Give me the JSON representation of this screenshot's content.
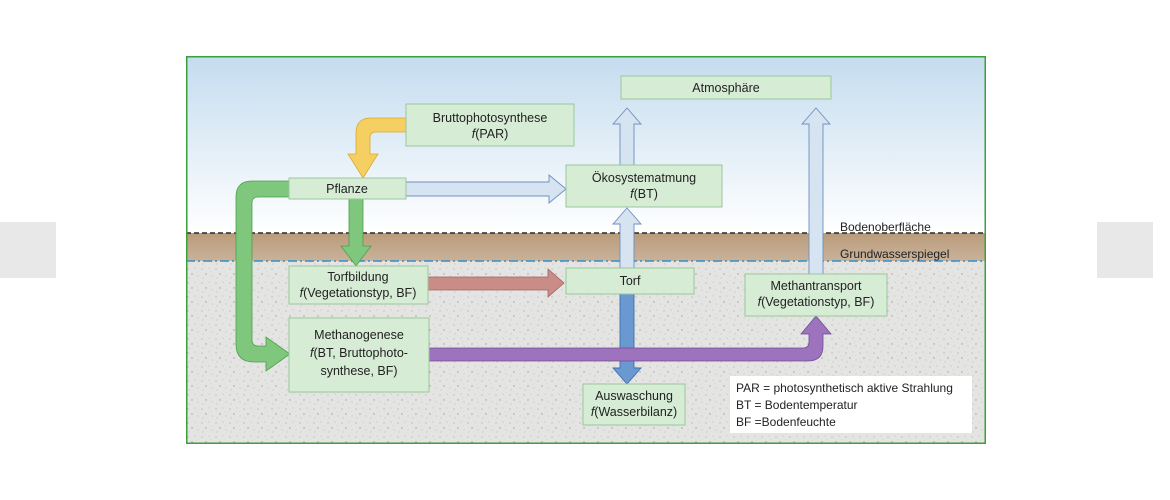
{
  "nodes": {
    "atmosphere": "Atmosphäre",
    "gpp": {
      "line1": "Bruttophotosynthese",
      "f": "f",
      "line2_rest": "(PAR)"
    },
    "plant": "Pflanze",
    "ecosystem_respiration": {
      "line1": "Ökosystematmung",
      "f": "f",
      "line2_rest": "(BT)"
    },
    "peat_formation": {
      "line1": "Torfbildung",
      "f": "f",
      "line2_rest": "(Vegetationstyp, BF)"
    },
    "peat": "Torf",
    "methane_transport": {
      "line1": "Methantransport",
      "f": "f",
      "line2_rest": "(Vegetationstyp, BF)"
    },
    "methanogenesis": {
      "line1": "Methanogenese",
      "f": "f",
      "line2_rest": "(BT, Bruttophoto-",
      "line3": "synthese, BF)"
    },
    "leaching": {
      "line1": "Auswaschung",
      "f": "f",
      "line2_rest": "(Wasserbilanz)"
    }
  },
  "layers": {
    "soil_surface": "Bodenoberfläche",
    "groundwater_table": "Grundwasserspiegel"
  },
  "legend": [
    "PAR = photosynthetisch aktive Strahlung",
    "BT = Bodentemperatur",
    "BF =Bodenfeuchte"
  ],
  "colors": {
    "sky_top": "#c4dcef",
    "soil_band": "#bea486",
    "ground": "#e3e3e1",
    "border": "#3aa13a",
    "box_fill": "#d6ecd5",
    "arrow_yellow": "#f6cf63",
    "arrow_green": "#7ec77c",
    "arrow_blue_light": "#d6e3f1",
    "arrow_blue": "#6a98d1",
    "arrow_brown": "#c98c87",
    "arrow_purple": "#9c73bc",
    "groundwater_line": "#2f8fd0"
  }
}
